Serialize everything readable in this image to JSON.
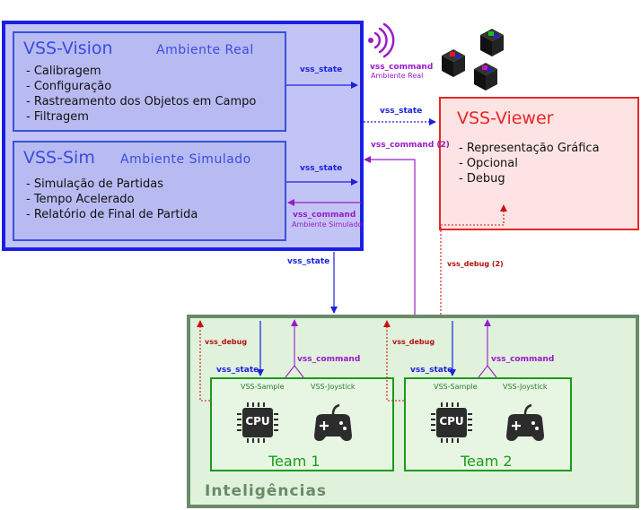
{
  "vision": {
    "title": "VSS-Vision",
    "subtitle": "Ambiente Real",
    "items": [
      "- Calibragem",
      "- Configuração",
      "- Rastreamento dos Objetos em Campo",
      "- Filtragem"
    ]
  },
  "sim": {
    "title": "VSS-Sim",
    "subtitle": "Ambiente Simulado",
    "items": [
      "- Simulação de Partidas",
      "- Tempo Acelerado",
      "- Relatório de Final de Partida"
    ]
  },
  "viewer": {
    "title": "VSS-Viewer",
    "items": [
      "- Representação Gráfica",
      "- Opcional",
      "- Debug"
    ]
  },
  "intel": {
    "title": "Inteligências",
    "teams": [
      {
        "name": "Team 1",
        "sample": "VSS-Sample",
        "joystick": "VSS-Joystick",
        "cpu": "CPU"
      },
      {
        "name": "Team 2",
        "sample": "VSS-Sample",
        "joystick": "VSS-Joystick",
        "cpu": "CPU"
      }
    ]
  },
  "labels": {
    "vss_state": "vss_state",
    "vss_command": "vss_command",
    "vss_command_2": "vss_command (2)",
    "vss_debug": "vss_debug",
    "vss_debug_2": "vss_debug (2)",
    "ambiente_real": "Ambiente Real",
    "ambiente_simulado": "Ambiente Simulado"
  },
  "colors": {
    "state": "#1a22dd",
    "command": "#9a1ac9",
    "debug": "#d01010"
  },
  "icons": [
    "wifi-icon",
    "robot-cube-icon",
    "cpu-icon",
    "gamepad-icon"
  ]
}
